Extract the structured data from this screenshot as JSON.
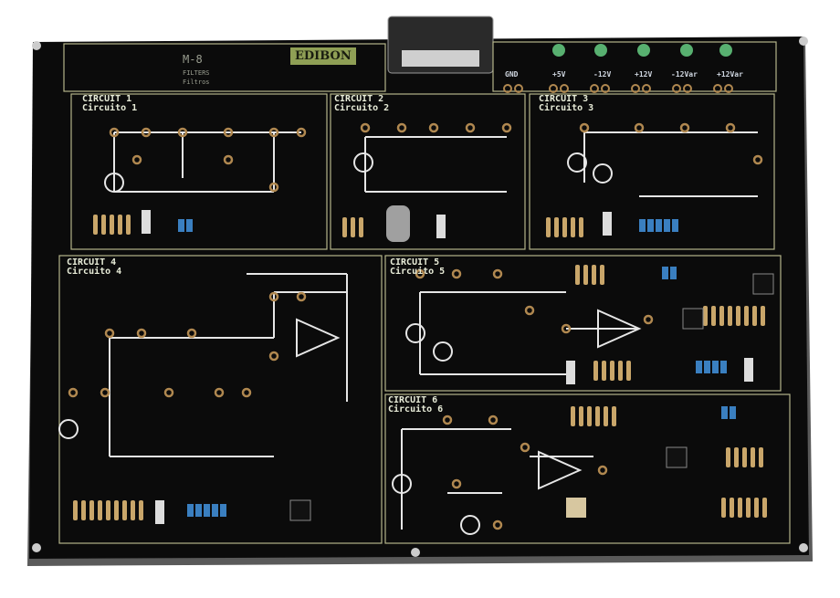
{
  "header": {
    "brand": "EDIBON",
    "model": "M-8",
    "line1": "FILTERS",
    "line2": "Filtros"
  },
  "power_terminals": [
    "GND",
    "+5V",
    "-12V",
    "+12V",
    "-12Var",
    "+12Var"
  ],
  "circuits": [
    {
      "title": "CIRCUIT 1",
      "subtitle": "Circuito 1"
    },
    {
      "title": "CIRCUIT 2",
      "subtitle": "Circuito 2"
    },
    {
      "title": "CIRCUIT 3",
      "subtitle": "Circuito 3"
    },
    {
      "title": "CIRCUIT 4",
      "subtitle": "Circuito 4"
    },
    {
      "title": "CIRCUIT 5",
      "subtitle": "Circuito 5"
    },
    {
      "title": "CIRCUIT 6",
      "subtitle": "Circuito 6"
    }
  ],
  "colors": {
    "board": "#0b0b0b",
    "frame": "#b5b58a",
    "trace": "#e6e6e6",
    "pad": "#b08850",
    "capacitor": "#3a7fc0"
  }
}
